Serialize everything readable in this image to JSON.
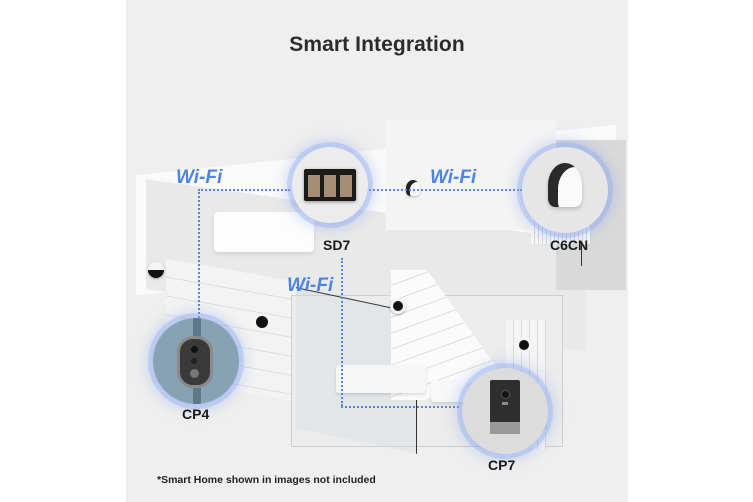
{
  "title": "Smart Integration",
  "footnote": "*Smart Home shown in images not included",
  "wifi_labels": [
    "Wi-Fi",
    "Wi-Fi",
    "Wi-Fi"
  ],
  "devices": [
    {
      "id": "SD7",
      "label": "SD7",
      "type": "smart-display"
    },
    {
      "id": "C6CN",
      "label": "C6CN",
      "type": "indoor-pan-tilt-camera"
    },
    {
      "id": "CP4",
      "label": "CP4",
      "type": "smart-door-viewer"
    },
    {
      "id": "CP7",
      "label": "CP7",
      "type": "video-doorbell-panel"
    }
  ],
  "colors": {
    "background": "#efefef",
    "wifi_text": "#4d84e6",
    "connection_line": "#5b84d6",
    "device_glow": "#8caaf0",
    "title_text": "#2b2b2b"
  }
}
